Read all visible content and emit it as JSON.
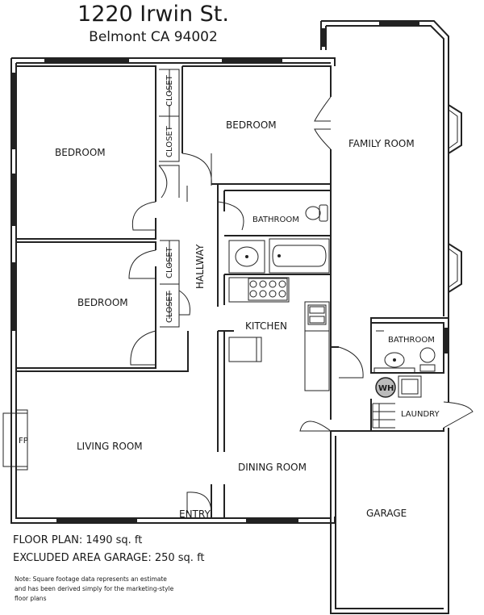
{
  "address": {
    "street": "1220 Irwin St.",
    "city": "Belmont CA 94002"
  },
  "rooms": {
    "bedroom_left": "BEDROOM",
    "bedroom_top": "BEDROOM",
    "bedroom_lower": "BEDROOM",
    "closet_1": "CLOSET",
    "closet_2": "CLOSET",
    "closet_3": "CLOSET",
    "closet_4": "CLOSET",
    "bathroom_main": "BATHROOM",
    "hallway": "HALLWAY",
    "kitchen": "KITCHEN",
    "living_room": "LIVING ROOM",
    "dining_room": "DINING ROOM",
    "family_room": "FAMILY ROOM",
    "bathroom_small": "BATHROOM",
    "laundry": "LAUNDRY",
    "garage": "GARAGE",
    "entry": "ENTRY",
    "fireplace": "FP",
    "water_heater": "WH"
  },
  "stats": {
    "floor_plan": "FLOOR PLAN: 1490 sq. ft",
    "excluded_garage": "EXCLUDED AREA GARAGE: 250 sq. ft"
  },
  "note": "Note: Square footage data represents an estimate and has been derived simply for the marketing-style floor plans"
}
